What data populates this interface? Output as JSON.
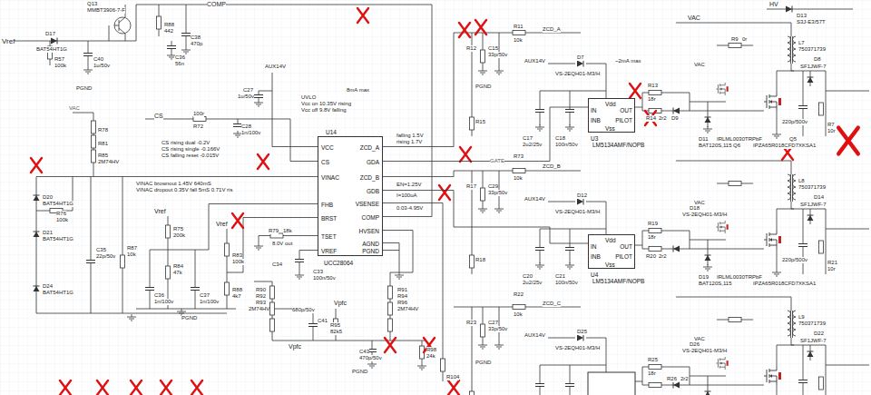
{
  "diagram": {
    "nodes": [
      {
        "text": [
          "U14",
          "VCC",
          "CS",
          "VINAC",
          "FHB",
          "BRST",
          "TSET",
          "VREF",
          "ZCD_A",
          "GDA",
          "ZCD_B",
          "GDB",
          "VSENSE",
          "COMP",
          "HVSEN",
          "AGND",
          "PGND",
          "UCC28064"
        ]
      },
      {
        "text": [
          "Vdd",
          "OUT",
          "IN",
          "INB",
          "PILOT",
          "Vss",
          "U3",
          "LM5134AMF/NOPB"
        ]
      },
      {
        "text": [
          "Vdd",
          "OUT",
          "IN",
          "INB",
          "PILOT",
          "Vss",
          "U4",
          "LM5134AMF/NOPB"
        ]
      }
    ],
    "edges": [
      {
        "from": 0,
        "to": 1,
        "arrow": "none",
        "label": "GATE"
      },
      {
        "from": 0,
        "to": 2,
        "arrow": "none"
      }
    ],
    "labels": [
      "Vref",
      "D17",
      "BAT54HT1G",
      "R57",
      "100k",
      "Q13",
      "MMBT3906-7-F",
      "C40",
      "1u/50v",
      "R88",
      "442",
      "C38",
      "470p",
      "C36",
      "56n",
      "COMP",
      "AUX14V",
      "C27",
      "1u/50v",
      "UVLO",
      "Vcc on 10.35V rising",
      "Vcc off 9.8V falling",
      "8mA max",
      "VAC",
      "CS",
      "100r",
      "R72",
      "C28",
      "1n/100v",
      "CS rising dual -0.2V",
      "CS rising single -0.166V",
      "CS falling reset -0.015V",
      "R78",
      "R81",
      "R85",
      "2M74HV",
      "VINAC brownout 1.45V 640mS",
      "VINAC dropout 0.35V fall 5mS 0.71V ris",
      "D20",
      "BAT54HT1G",
      "R76",
      "100k",
      "D21",
      "BAT54HT1G",
      "D24",
      "BAT54HT1G",
      "C35",
      "22p/50v",
      "R87",
      "10k",
      "Vref",
      "R75",
      "200k",
      "R84",
      "47k",
      "C36",
      "1n/100v",
      "C37",
      "1n/100v",
      "Vref",
      "R83",
      "100k",
      "R88",
      "4k7",
      "R79",
      "18k",
      "8.0V out",
      "C34",
      "C33",
      "100n/50v",
      "R90",
      "R92",
      "R93",
      "2M74HV",
      "680p/50v",
      "C41",
      "R95",
      "82k5",
      "Vpfc",
      "Vpfc",
      "R91",
      "R94",
      "R96",
      "2M74HV",
      "C43",
      "470p/50v",
      "R98",
      "24k",
      "R104",
      "falling 1.5V",
      "rising 1.7V",
      "EN=1.25V",
      "I=100uA",
      "0.03-4.95V",
      "ZCD_A",
      "R11",
      "10k",
      "R12",
      "C15",
      "33p/50v",
      "AUX14V",
      "D7",
      "VS-2EQH01-M3/H",
      "~2mA max",
      "R15",
      "C17",
      "2u2/25v",
      "C18",
      "100n/50v",
      "R13",
      "18r",
      "R14",
      "2r2",
      "D9",
      "D11",
      "IRLML0030TRPbF",
      "BAT120S,115",
      "Q6",
      "Q5",
      "IPZA65R018CFD7XKSA1",
      "VAC",
      "HV",
      "D13",
      "S3J-E3/57T",
      "R9",
      "0r",
      "L7",
      "750371739",
      "D8",
      "SF1JWF-7",
      "220p/500v",
      "R7",
      "10r",
      "VAC",
      "ZCD_B",
      "R73",
      "10k",
      "R17",
      "C29",
      "33p/50v",
      "R18",
      "AUX14V",
      "D12",
      "VS-2EQH01-M3/H",
      "C20",
      "2u2/25v",
      "C21",
      "100n/50v",
      "R19",
      "18r",
      "R20",
      "2r2",
      "D18",
      "VS-2EQH01-M3/H",
      "D19",
      "IRLML0030TRPbF",
      "BAT120S,115",
      "IPZA65R018CFD7XKSA1",
      "L8",
      "750371739",
      "D14",
      "SF1JWF-7",
      "220p/500v",
      "R21",
      "10r",
      "VAC",
      "ZCD_C",
      "R22",
      "10k",
      "R23",
      "C27",
      "33p/50v",
      "AUX14V",
      "D25",
      "VS-2EQH01-M3/H",
      "D26",
      "VS-2EQH01-M3/H",
      "L9",
      "750371739",
      "D22",
      "SF1JWF-7",
      "R25",
      "18r",
      "R26",
      "2r2",
      "VAC",
      "PGND",
      "PGND",
      "PGND",
      "PGND",
      "PGND"
    ]
  }
}
